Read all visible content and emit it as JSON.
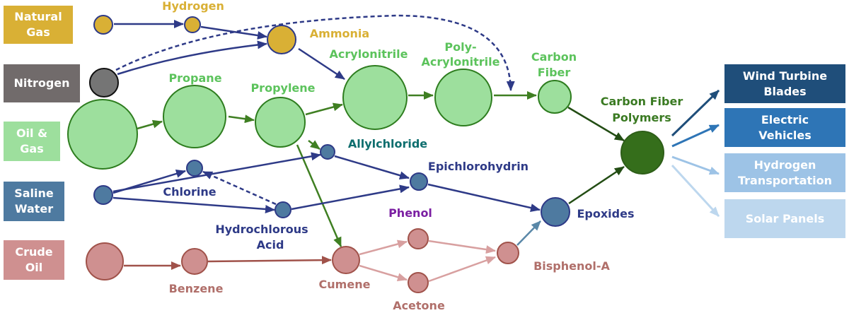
{
  "sources": {
    "natural_gas": "Natural Gas",
    "nitrogen": "Nitrogen",
    "oil_gas": "Oil & Gas",
    "saline_water": "Saline Water",
    "crude_oil": "Crude Oil"
  },
  "nodes": {
    "hydrogen": "Hydrogen",
    "ammonia": "Ammonia",
    "propane": "Propane",
    "propylene": "Propylene",
    "acrylonitrile": "Acrylonitrile",
    "poly_1": "Poly-",
    "poly_2": "Acrylonitrile",
    "carbon_fiber_1": "Carbon",
    "carbon_fiber_2": "Fiber",
    "cfp_1": "Carbon Fiber",
    "cfp_2": "Polymers",
    "allylchloride": "Allylchloride",
    "epichlorohydrin": "Epichlorohydrin",
    "chlorine": "Chlorine",
    "hydrochlorous_1": "Hydrochlorous",
    "hydrochlorous_2": "Acid",
    "epoxides": "Epoxides",
    "phenol": "Phenol",
    "bisphenol": "Bisphenol-A",
    "benzene": "Benzene",
    "cumene": "Cumene",
    "acetone": "Acetone"
  },
  "applications": {
    "wind": "Wind Turbine Blades",
    "ev": "Electric Vehicles",
    "hydrogen_transport": "Hydrogen Transportation",
    "solar": "Solar Panels"
  },
  "colors": {
    "gold": "#d9b035",
    "gray": "#716b6b",
    "green_light": "#9ddf9d",
    "green_dark": "#356e1b",
    "steel": "#4e7aa0",
    "rose": "#cf9090",
    "navy": "#2e3a87"
  }
}
